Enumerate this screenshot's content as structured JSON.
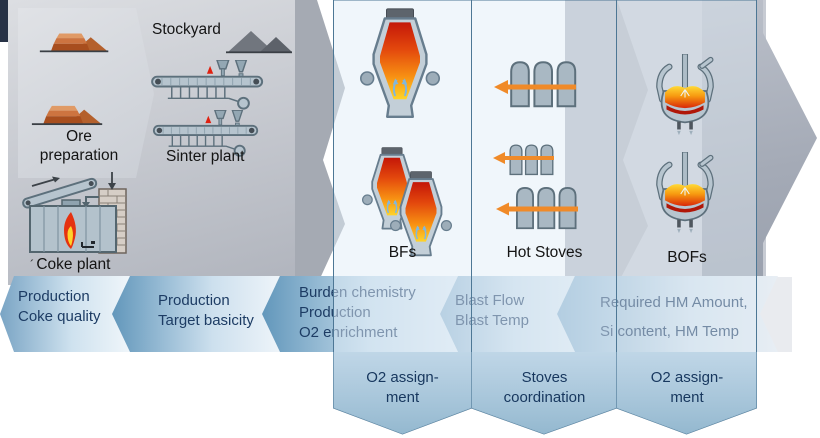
{
  "stages": {
    "ore_preparation": {
      "lines": [
        "Ore",
        "preparation"
      ]
    },
    "stockyard": {
      "label": "Stockyard"
    },
    "sinter_plant": {
      "label": "Sinter plant"
    },
    "coke_plant": {
      "tick": "´",
      "label": "Coke plant"
    },
    "blast_furnaces": {
      "label": "BFs"
    },
    "hot_stoves": {
      "label": "Hot Stoves"
    },
    "bofs": {
      "label": "BOFs"
    }
  },
  "flow_band": {
    "items": [
      {
        "name": "coke-plant-inputs",
        "lines": [
          "Production",
          "Coke quality"
        ]
      },
      {
        "name": "sinter-plant-inputs",
        "lines": [
          "Production",
          "Target basicity"
        ]
      },
      {
        "name": "bf-inputs",
        "lines": [
          "Burden chemistry",
          "Production",
          "O2 enrichment"
        ]
      },
      {
        "name": "stove-inputs",
        "lines": [
          "Blast Flow",
          "Blast Temp"
        ]
      },
      {
        "name": "bof-inputs",
        "lines": [
          "Required HM Amount,",
          "Si content, HM Temp"
        ]
      }
    ]
  },
  "banners": [
    {
      "lines": [
        "O2 assign-",
        "ment"
      ]
    },
    {
      "lines": [
        "Stoves",
        "coordination"
      ]
    },
    {
      "lines": [
        "O2 assign-",
        "ment"
      ]
    }
  ],
  "colors": {
    "band_text": "#1d3c64",
    "banner_text": "#17375e",
    "panel_border": "#4d7795",
    "banner_fill_top": "#b3cee2",
    "banner_fill_bottom": "#8fb5cd",
    "stove_arrow_orange": "#f08a28",
    "molten_red": "#d42708",
    "molten_yellow": "#ffd42a",
    "steel_gray": "#b6c4ce",
    "background_gray": "#b7bbc3",
    "ore_orange": "#c06030",
    "stock_pile_gray": "#71767e"
  }
}
